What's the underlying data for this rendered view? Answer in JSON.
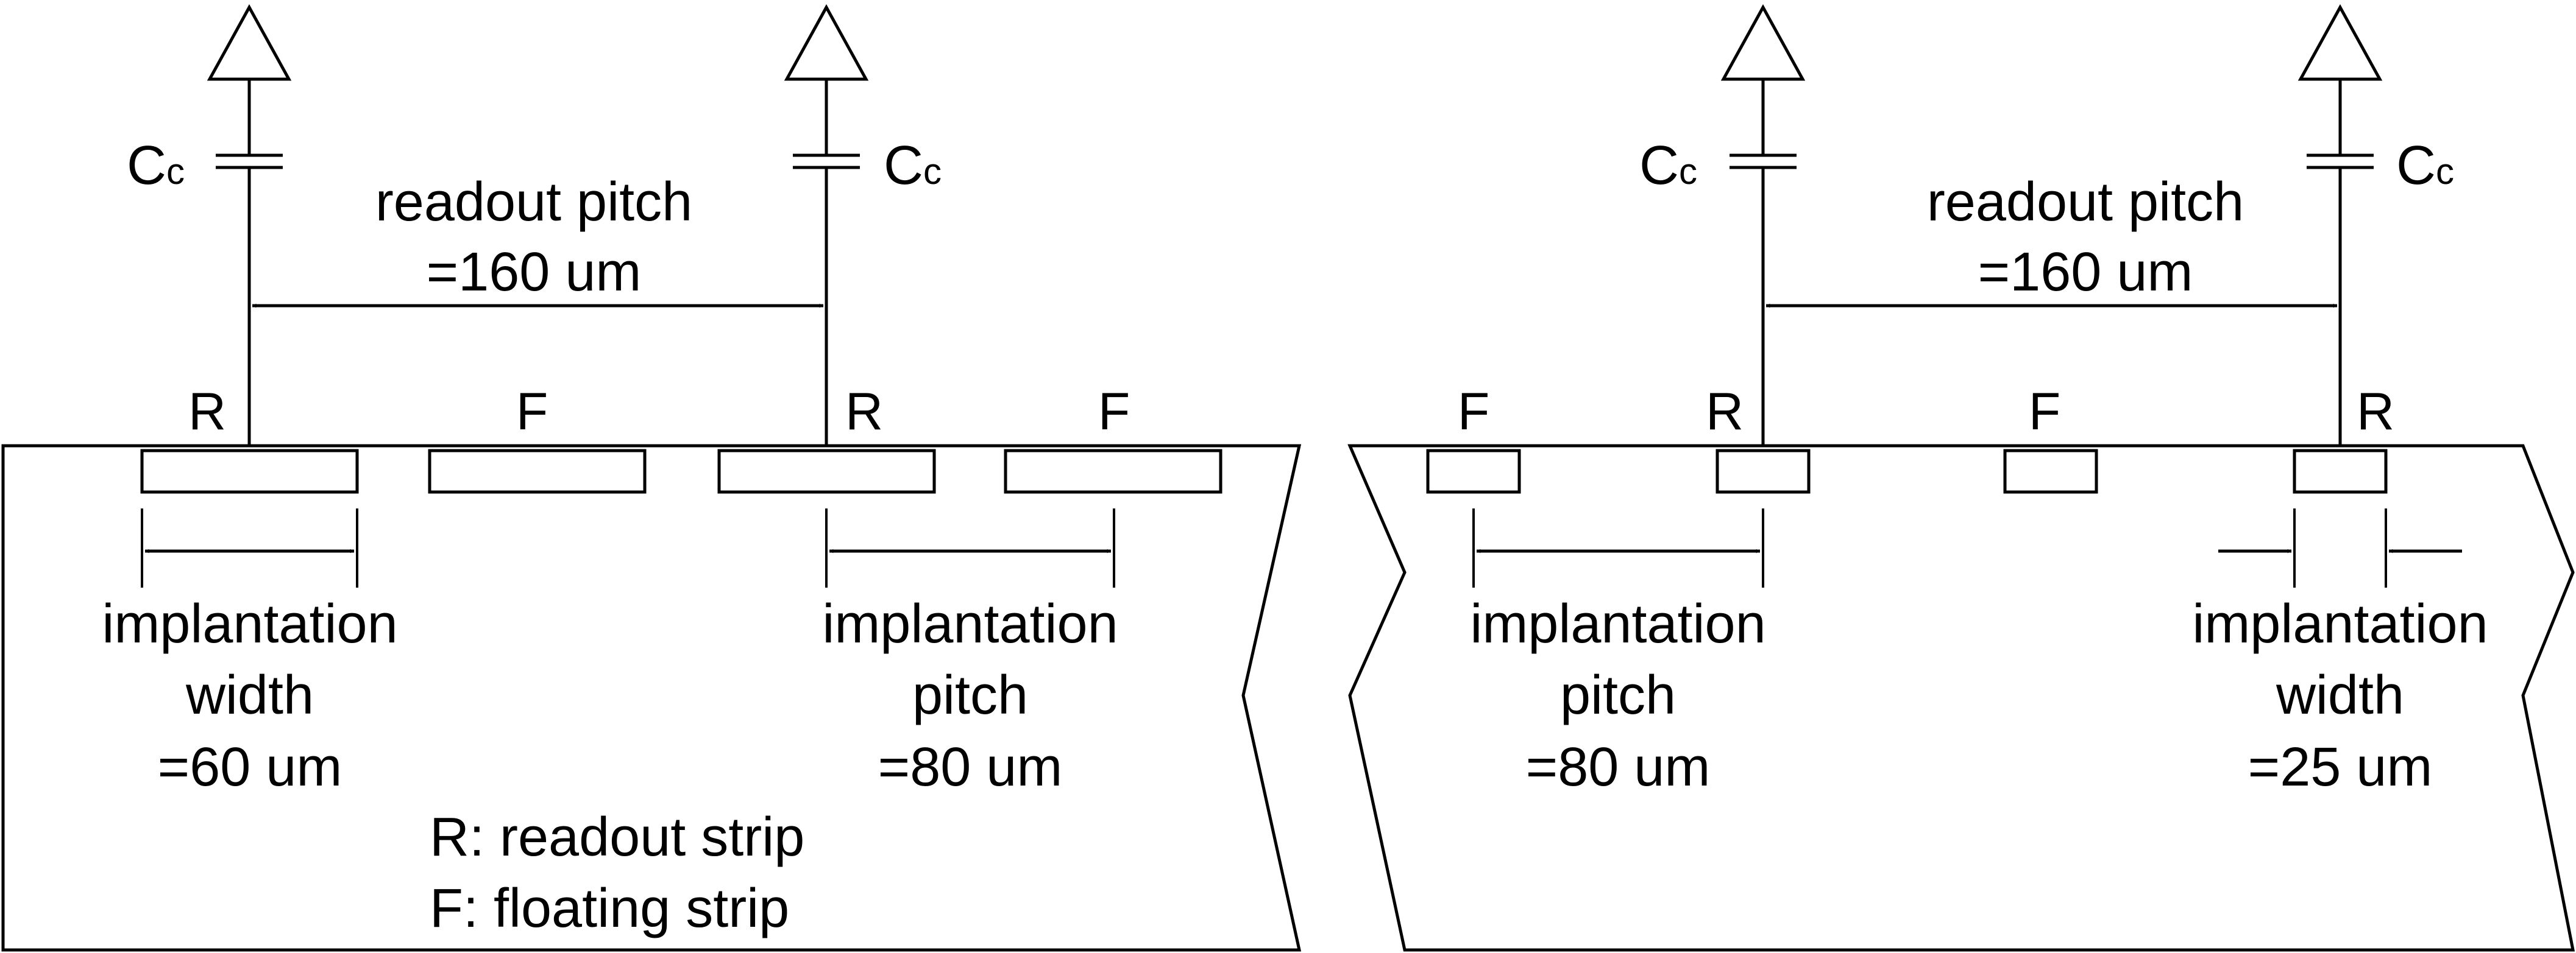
{
  "panels": [
    {
      "id": "left",
      "readout_pitch": {
        "line1": "readout pitch",
        "line2": "=160 um"
      },
      "capacitor_labels": [
        {
          "main": "C",
          "sub": "c"
        },
        {
          "main": "C",
          "sub": "c"
        }
      ],
      "strip_labels": [
        "R",
        "F",
        "R",
        "F"
      ],
      "width_annotation": {
        "line1": "implantation",
        "line2": "width",
        "line3": "=60 um"
      },
      "pitch_annotation": {
        "line1": "implantation",
        "line2": "pitch",
        "line3": "=80 um"
      },
      "legend": {
        "readout": "R: readout strip",
        "floating": "F: floating strip"
      }
    },
    {
      "id": "right",
      "readout_pitch": {
        "line1": "readout pitch",
        "line2": "=160 um"
      },
      "capacitor_labels": [
        {
          "main": "C",
          "sub": "c"
        },
        {
          "main": "C",
          "sub": "c"
        }
      ],
      "strip_labels": [
        "F",
        "R",
        "F",
        "R"
      ],
      "pitch_annotation": {
        "line1": "implantation",
        "line2": "pitch",
        "line3": "=80 um"
      },
      "width_annotation": {
        "line1": "implantation",
        "line2": "width",
        "line3": "=25 um"
      }
    }
  ],
  "icons": {
    "amplifier": "triangle-amplifier-icon",
    "capacitor": "capacitor-icon",
    "floating_strip": "hatched-strip",
    "readout_strip": "open-strip"
  }
}
